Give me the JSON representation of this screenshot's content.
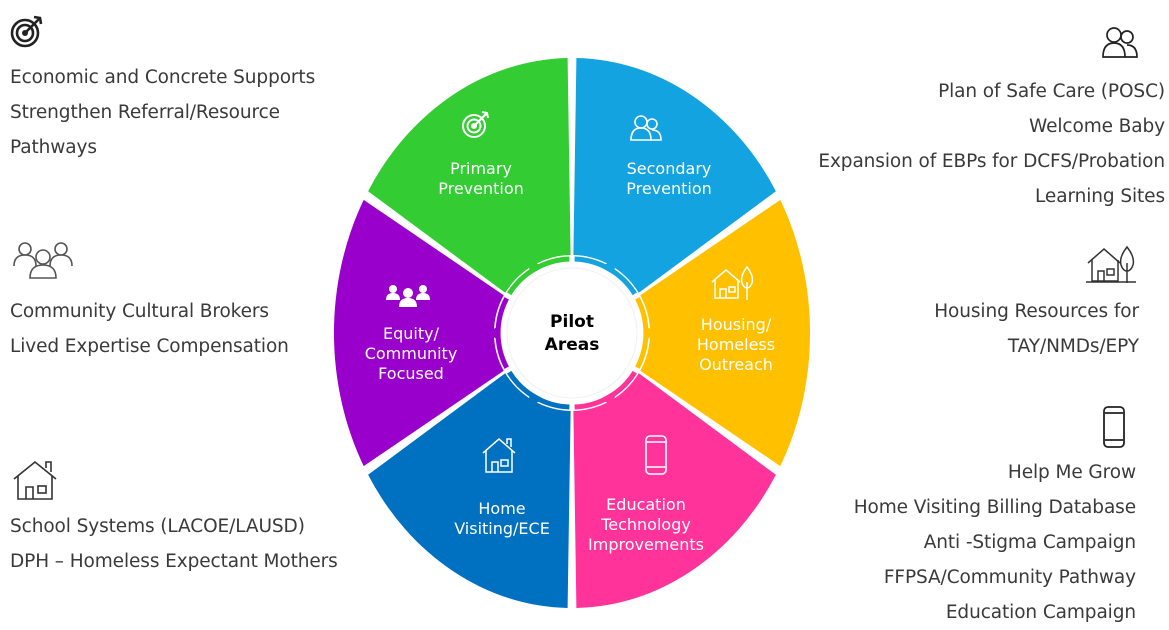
{
  "center": {
    "line1": "Pilot",
    "line2": "Areas"
  },
  "segments": {
    "primary": {
      "label": [
        "Primary",
        "Prevention"
      ],
      "color": "#33cc33",
      "icon": "target-icon"
    },
    "secondary": {
      "label": [
        "Secondary",
        "Prevention"
      ],
      "color": "#12a3e0",
      "icon": "people-icon"
    },
    "housing": {
      "label": [
        "Housing/",
        "Homeless",
        "Outreach"
      ],
      "color": "#ffc000",
      "icon": "house-tree-icon"
    },
    "education": {
      "label": [
        "Education",
        "Technology",
        "Improvements"
      ],
      "color": "#ff3399",
      "icon": "phone-icon"
    },
    "home": {
      "label": [
        "Home",
        "Visiting/ECE"
      ],
      "color": "#0070c0",
      "icon": "house-icon"
    },
    "equity": {
      "label": [
        "Equity/",
        "Community",
        "Focused"
      ],
      "color": "#9a00cc",
      "icon": "group-icon"
    }
  },
  "left_top": {
    "icon": "target-icon",
    "items": [
      "Economic and Concrete Supports",
      "Strengthen Referral/Resource",
      "Pathways"
    ]
  },
  "left_mid": {
    "icon": "group-icon",
    "items": [
      "Community Cultural Brokers",
      "Lived Expertise Compensation"
    ]
  },
  "left_bottom": {
    "icon": "house-icon",
    "items": [
      "School Systems (LACOE/LAUSD)",
      "DPH – Homeless Expectant Mothers"
    ]
  },
  "right_top": {
    "icon": "people-icon",
    "items": [
      "Plan of Safe Care (POSC)",
      "Welcome Baby",
      "Expansion of EBPs for DCFS/Probation",
      "Learning Sites"
    ]
  },
  "right_mid": {
    "icon": "house-tree-icon",
    "items": [
      "Housing Resources for",
      "TAY/NMDs/EPY"
    ]
  },
  "right_bottom": {
    "icon": "phone-icon",
    "items": [
      "Help Me Grow",
      "Home Visiting Billing Database",
      "Anti -Stigma Campaign",
      "FFPSA/Community Pathway",
      "Education Campaign"
    ]
  }
}
